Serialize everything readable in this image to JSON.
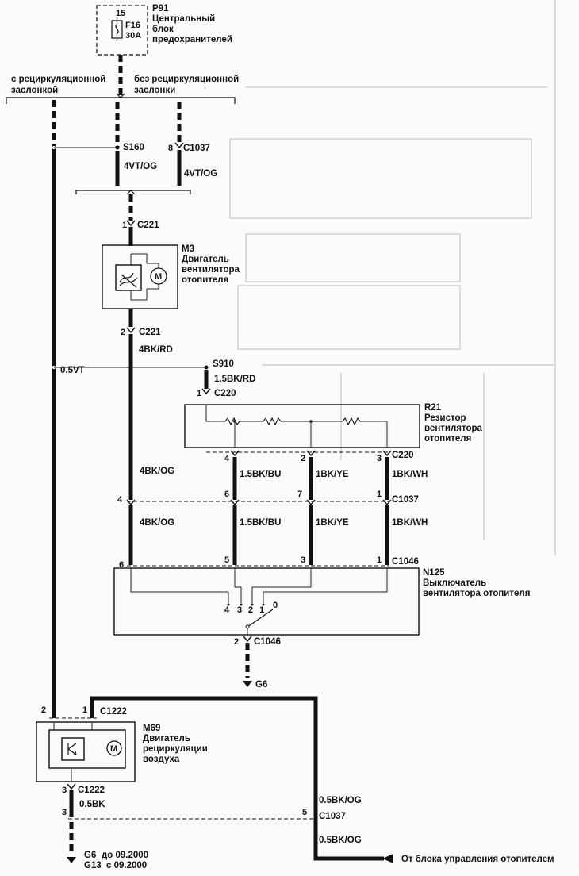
{
  "fuse_block": {
    "pin": "15",
    "fuse": "F16",
    "rating": "30A",
    "ref": "P91",
    "name_l1": "Центральный",
    "name_l2": "блок",
    "name_l3": "предохранителей"
  },
  "variants": {
    "left_l1": "с рециркуляционной",
    "left_l2": "заслонкой",
    "right_l1": "без рециркуляционной",
    "right_l2": "заслонки"
  },
  "splices": {
    "s160": "S160",
    "s910": "S910"
  },
  "connectors": {
    "c1037_top": "C1037",
    "c221_1": "C221",
    "c221_2": "C221",
    "c220_1": "C220",
    "c220_3": "C220",
    "c1037_mid": "C1037",
    "c1046_top": "C1046",
    "c1046_bot": "C1046",
    "c1222_top": "C1222",
    "c1222_bot": "C1222",
    "c1037_bot": "C1037"
  },
  "pins": {
    "c1037_top_pin": "8",
    "c221_pin1": "1",
    "c221_pin2": "2",
    "c220_pin1": "1",
    "r21_p4": "4",
    "r21_p2": "2",
    "r21_p3": "3",
    "mid_p4": "4",
    "mid_p6": "6",
    "mid_p7": "7",
    "mid_p1": "1",
    "n125_p6": "6",
    "n125_p5": "5",
    "n125_p3": "3",
    "n125_p1": "1",
    "sw_4": "4",
    "sw_3": "3",
    "sw_2": "2",
    "sw_1": "1",
    "sw_0": "0",
    "n125_bot": "2",
    "m69_p2": "2",
    "m69_p1": "1",
    "m69_p3a": "3",
    "m69_p3b": "3",
    "c1037_bot_pin": "5"
  },
  "wires": {
    "w_s160": "4VT/OG",
    "w_c1037": "4VT/OG",
    "w_0p5vt": "0.5VT",
    "w_4bkrd": "4BK/RD",
    "w_s910": "1.5BK/RD",
    "w_4bkog_1": "4BK/OG",
    "w_15bkbu_1": "1.5BK/BU",
    "w_1bkye_1": "1BK/YE",
    "w_1bkwh_1": "1BK/WH",
    "w_4bkog_2": "4BK/OG",
    "w_15bkbu_2": "1.5BK/BU",
    "w_1bkye_2": "1BK/YE",
    "w_1bkwh_2": "1BK/WH",
    "w_05bk": "0.5BK",
    "w_05bkog_1": "0.5BK/OG",
    "w_05bkog_2": "0.5BK/OG"
  },
  "components": {
    "m3_ref": "M3",
    "m3_l1": "Двигатель",
    "m3_l2": "вентилятора",
    "m3_l3": "отопителя",
    "r21_ref": "R21",
    "r21_l1": "Резистор",
    "r21_l2": "вентилятора",
    "r21_l3": "отопителя",
    "n125_ref": "N125",
    "n125_l1": "Выключатель",
    "n125_l2": "вентилятора отопителя",
    "m69_ref": "M69",
    "m69_l1": "Двигатель",
    "m69_l2": "рециркуляции",
    "m69_l3": "воздуха",
    "motor_symbol": "M"
  },
  "grounds": {
    "g6_top": "G6",
    "g6_bot": "G6",
    "g6_date": "до 09.2000",
    "g13": "G13",
    "g13_date": "с 09.2000"
  },
  "footer": {
    "from_label": "От блока управления отопителем"
  }
}
